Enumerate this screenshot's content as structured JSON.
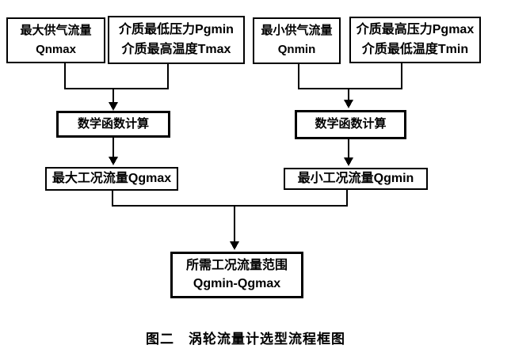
{
  "nodes": {
    "qnmax": {
      "lines": [
        "最大供气流量",
        "Qnmax"
      ]
    },
    "pgmin_tmax": {
      "lines": [
        "介质最低压力Pgmin",
        "介质最高温度Tmax"
      ]
    },
    "qnmin": {
      "lines": [
        "最小供气流量",
        "Qnmin"
      ]
    },
    "pgmax_tmin": {
      "lines": [
        "介质最高压力Pgmax",
        "介质最低温度Tmin"
      ]
    },
    "math_left": {
      "lines": [
        "数学函数计算"
      ]
    },
    "math_right": {
      "lines": [
        "数学函数计算"
      ]
    },
    "qgmax": {
      "lines": [
        "最大工况流量Qgmax"
      ]
    },
    "qgmin": {
      "lines": [
        "最小工况流量Qgmin"
      ]
    },
    "result": {
      "lines": [
        "所需工况流量范围",
        "Qgmin-Qgmax"
      ]
    }
  },
  "caption": "图二　涡轮流量计选型流程框图",
  "colors": {
    "line": "#000000",
    "text": "#000000",
    "background": "#ffffff"
  }
}
